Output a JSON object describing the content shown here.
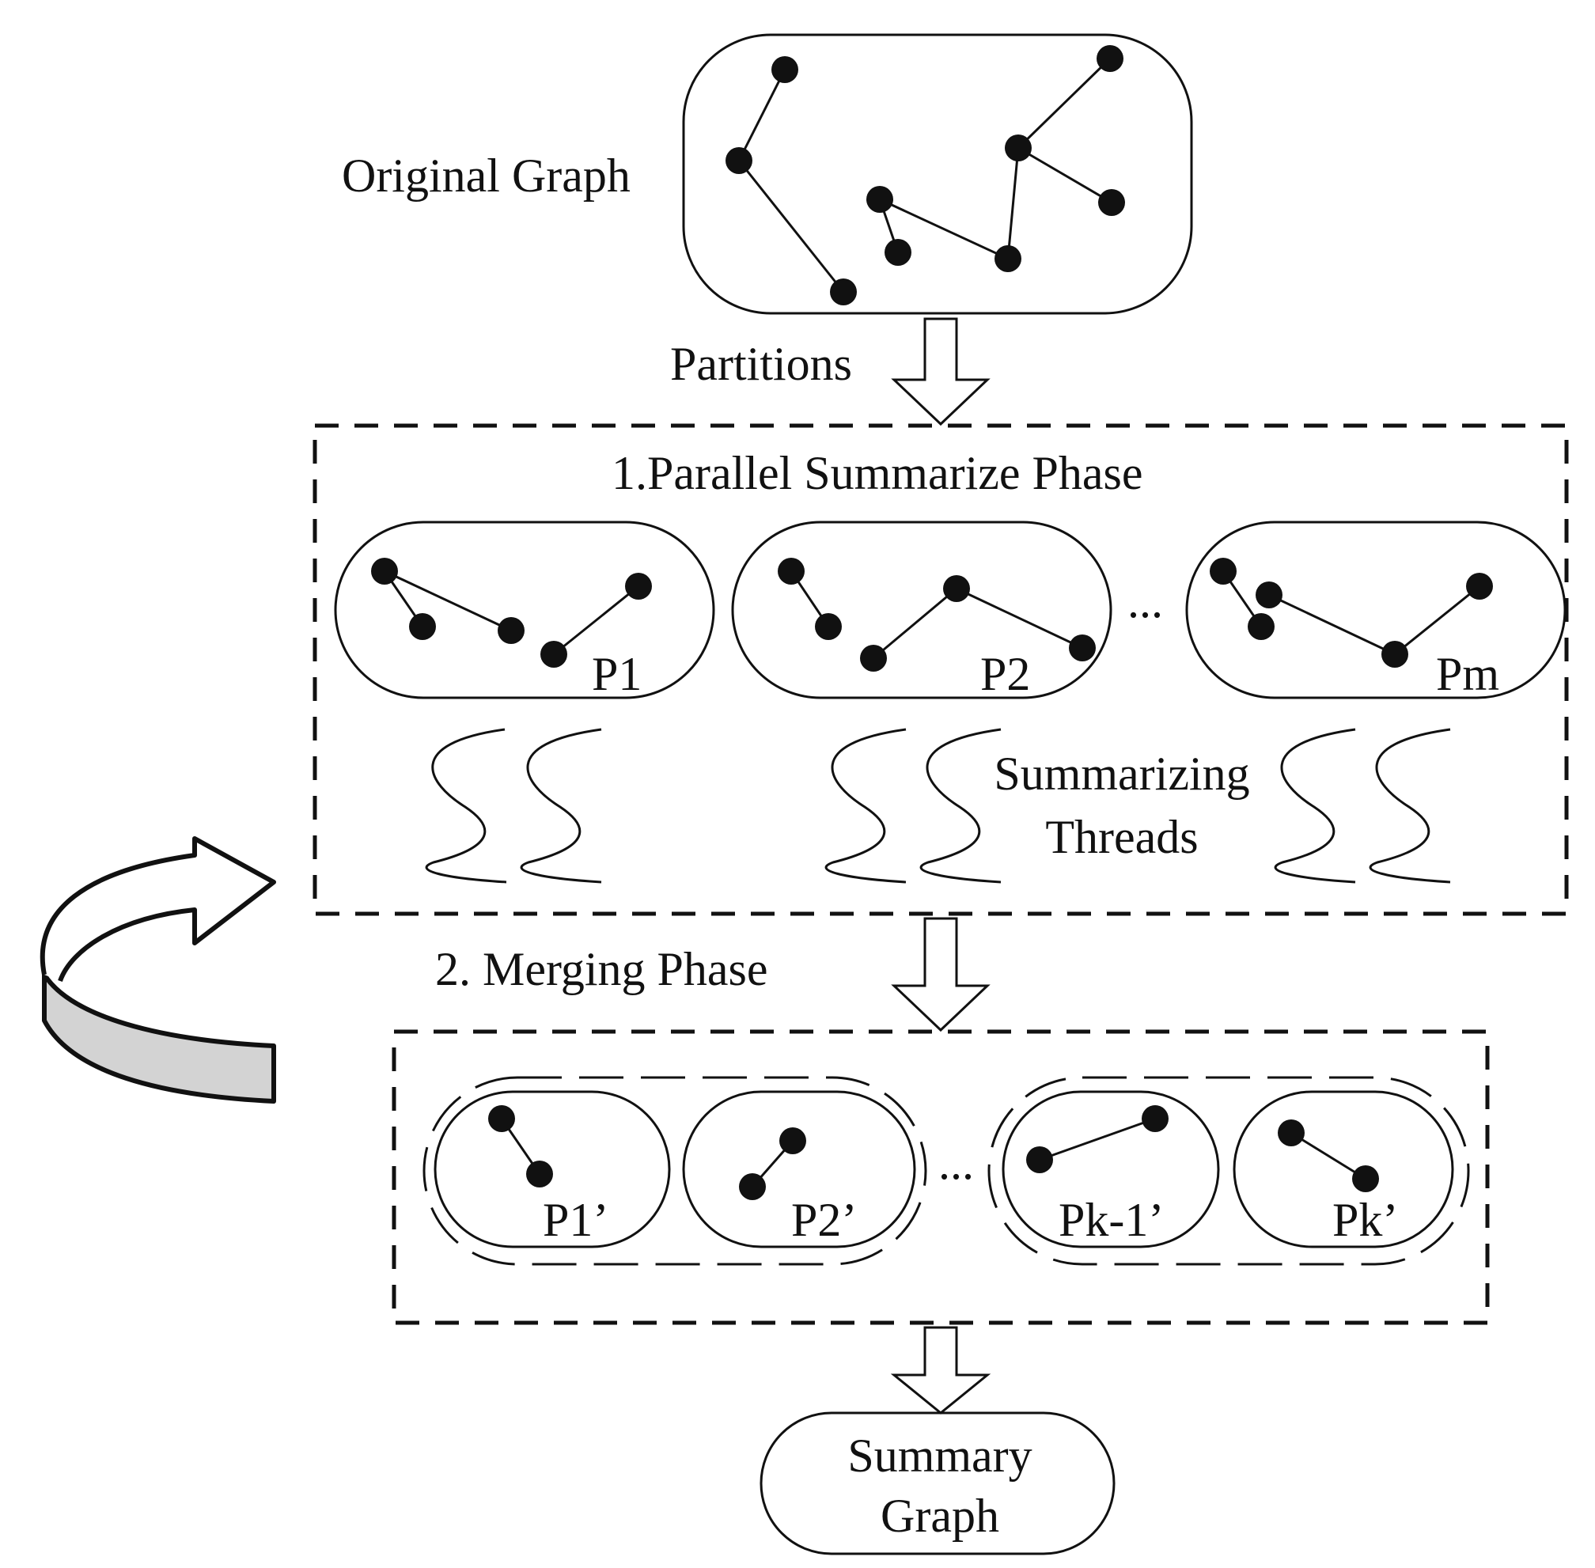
{
  "labels": {
    "original_graph": "Original Graph",
    "partitions": "Partitions",
    "phase1": "1.Parallel Summarize Phase",
    "phase2": "2. Merging Phase",
    "threads_line1": "Summarizing",
    "threads_line2": "Threads",
    "summary_line1": "Summary",
    "summary_line2": "Graph",
    "ellipsis": "..."
  },
  "partitions": [
    "P1",
    "P2",
    "Pm"
  ],
  "merged_partitions": [
    "P1’",
    "P2’",
    "Pk-1’",
    "Pk’"
  ],
  "colors": {
    "stroke": "#111111",
    "background": "#ffffff",
    "loop_arrow_fill": "#d3d3d3"
  },
  "icons": [
    "loop-arrow-icon",
    "down-arrow-icon",
    "thread-wave-icon"
  ]
}
